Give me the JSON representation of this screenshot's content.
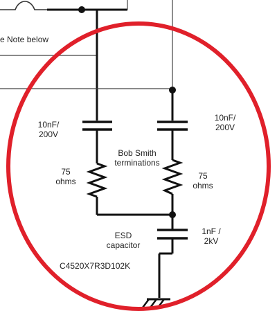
{
  "note_text": "e Note below",
  "labels": {
    "cap_left_value": "10nF/",
    "cap_left_voltage": "200V",
    "cap_right_value": "10nF/",
    "cap_right_voltage": "200V",
    "termination_title_line1": "Bob Smith",
    "termination_title_line2": "terminations",
    "res_left_value": "75",
    "res_left_unit": "ohms",
    "res_right_value": "75",
    "res_right_unit": "ohms",
    "esd_title_line1": "ESD",
    "esd_title_line2": "capacitor",
    "esd_cap_value": "1nF /",
    "esd_cap_voltage": "2kV",
    "part_number": "C4520X7R3D102K"
  },
  "colors": {
    "wire": "#111111",
    "thin_wire": "#444444",
    "highlight_ellipse": "#e0202a"
  },
  "icons": {
    "ground": "ground-symbol",
    "fuse": "fuse-symbol"
  }
}
